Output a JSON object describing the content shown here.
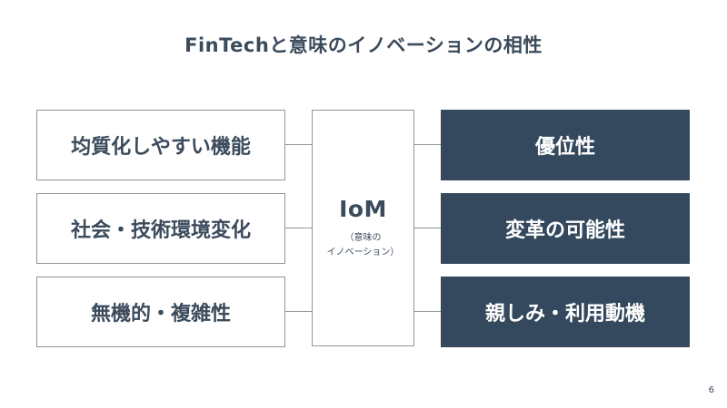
{
  "slide": {
    "title": "FinTechと意味のイノベーションの相性",
    "page_number": "6"
  },
  "left_items": [
    "均質化しやすい機能",
    "社会・技術環境変化",
    "無機的・複雑性"
  ],
  "center": {
    "title": "IoM",
    "subtitle_line1": "（意味の",
    "subtitle_line2": "イノベーション）"
  },
  "right_items": [
    "優位性",
    "変革の可能性",
    "親しみ・利用動機"
  ],
  "colors": {
    "text": "#3b4b5c",
    "dark_box": "#34495e",
    "border": "#8f969d"
  }
}
